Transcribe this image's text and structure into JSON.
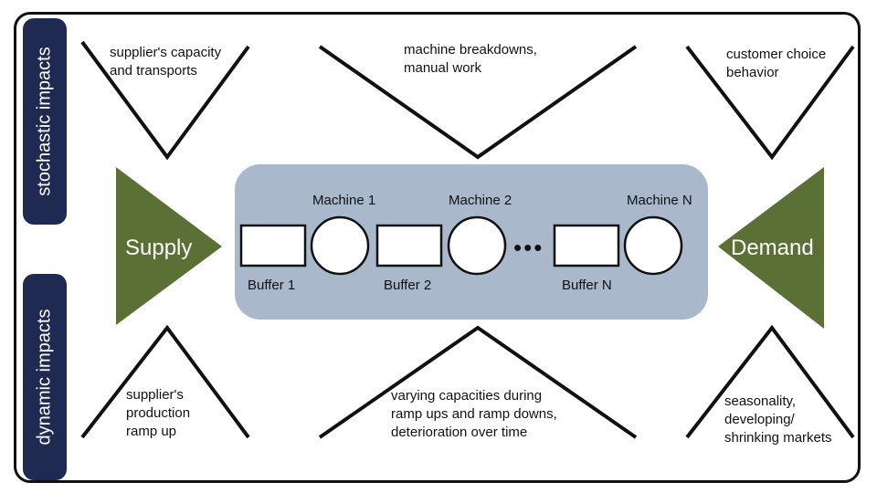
{
  "side_labels": {
    "top": "stochastic impacts",
    "bottom": "dynamic impacts"
  },
  "impacts": {
    "top_left": "supplier's capacity\nand transports",
    "top_center": "machine breakdowns,\nmanual work",
    "top_right": "customer choice\nbehavior",
    "bottom_left": "supplier's\nproduction\nramp up",
    "bottom_center": "varying capacities during\nramp ups and ramp downs,\ndeterioration over time",
    "bottom_right": "seasonality,\ndeveloping/\nshrinking markets"
  },
  "ends": {
    "supply": "Supply",
    "demand": "Demand"
  },
  "line": {
    "machines": [
      "Machine 1",
      "Machine 2",
      "Machine N"
    ],
    "buffers": [
      "Buffer 1",
      "Buffer 2",
      "Buffer N"
    ],
    "ellipsis": "•••"
  },
  "colors": {
    "tab": "#1f2a52",
    "triangle": "#5a7034",
    "panel": "#aab8cc"
  }
}
